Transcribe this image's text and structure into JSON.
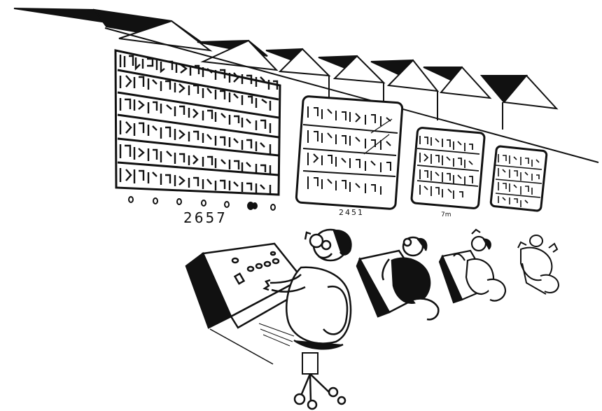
{
  "illustration": {
    "ink_color": "#111111",
    "paper_color": "#ffffff",
    "panels": [
      {
        "label": "2657"
      },
      {
        "label": "2451"
      },
      {
        "label": "7m"
      },
      {
        "label": ""
      }
    ],
    "indicator_lamps": "o o o o o ● ● o"
  }
}
